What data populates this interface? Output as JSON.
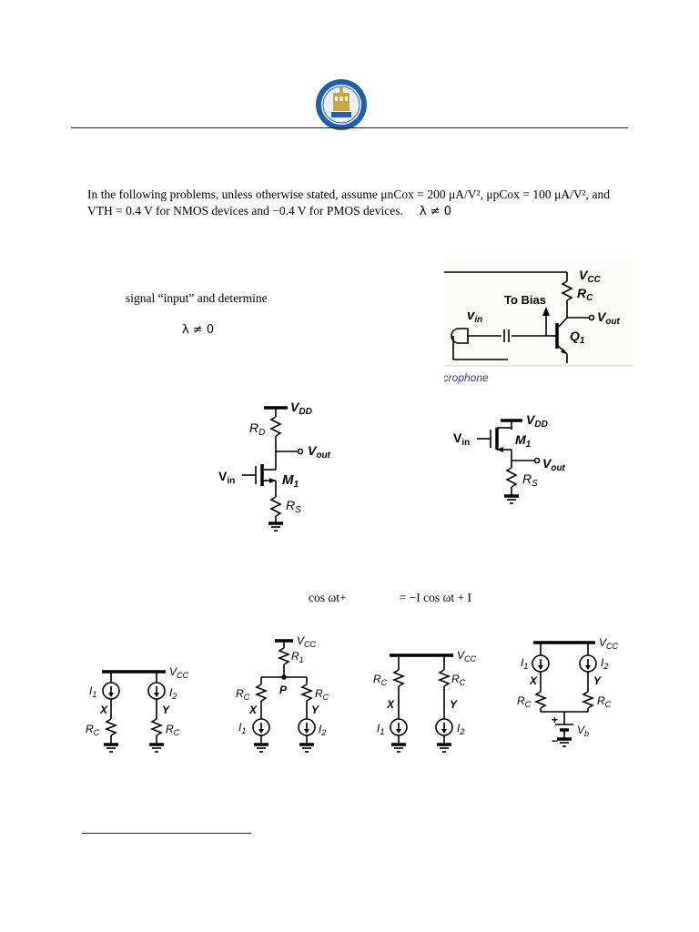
{
  "intro": {
    "text": "In the following problems, unless otherwise stated, assume μnCox = 200 μA/V², μpCox = 100 μA/V², and VTH = 0.4 V for NMOS devices and −0.4 V for PMOS devices.",
    "lambda": "λ ≠ 0"
  },
  "problem1": {
    "text": "signal “input” and determine",
    "lambda": "λ ≠ 0"
  },
  "mic_circuit": {
    "vcc": "V",
    "vcc_sub": "CC",
    "rc": "R",
    "rc_sub": "C",
    "to_bias": "To Bias",
    "vin": "v",
    "vin_sub": "in",
    "vout": "V",
    "vout_sub": "out",
    "q1": "Q",
    "q1_sub": "1",
    "caption": "Microphone"
  },
  "cs_circuit": {
    "vdd": "V",
    "vdd_sub": "DD",
    "rd": "R",
    "rd_sub": "D",
    "vout": "V",
    "vout_sub": "out",
    "vin": "V",
    "vin_sub": "in",
    "m1": "M",
    "m1_sub": "1",
    "rs": "R",
    "rs_sub": "S"
  },
  "sf_circuit": {
    "vdd": "V",
    "vdd_sub": "DD",
    "vin": "V",
    "vin_sub": "in",
    "m1": "M",
    "m1_sub": "1",
    "vout": "V",
    "vout_sub": "out",
    "rs": "R",
    "rs_sub": "S"
  },
  "problem2": {
    "left": "cos ωt+",
    "right": "= −I   cos ωt + I"
  },
  "circuits_row": {
    "a": {
      "vcc": "V",
      "vcc_sub": "CC",
      "i1": "I",
      "i1_sub": "1",
      "i2": "I",
      "i2_sub": "2",
      "x": "X",
      "y": "Y",
      "rc": "R",
      "rc_sub": "C"
    },
    "b": {
      "vcc": "V",
      "vcc_sub": "CC",
      "r1": "R",
      "r1_sub": "1",
      "p": "P",
      "rc": "R",
      "rc_sub": "C",
      "x": "X",
      "y": "Y",
      "i1": "I",
      "i1_sub": "1",
      "i2": "I",
      "i2_sub": "2"
    },
    "c": {
      "vcc": "V",
      "vcc_sub": "CC",
      "rc": "R",
      "rc_sub": "C",
      "x": "X",
      "y": "Y",
      "i1": "I",
      "i1_sub": "1",
      "i2": "I",
      "i2_sub": "2"
    },
    "d": {
      "vcc": "V",
      "vcc_sub": "CC",
      "i1": "I",
      "i1_sub": "1",
      "i2": "I",
      "i2_sub": "2",
      "x": "X",
      "y": "Y",
      "rc": "R",
      "rc_sub": "C",
      "plus": "+",
      "minus": "−",
      "vb": "V",
      "vb_sub": "b"
    }
  },
  "colors": {
    "caption": "#2c3e9e",
    "seal_blue": "#1f5fb0",
    "seal_gold": "#c9a640"
  }
}
